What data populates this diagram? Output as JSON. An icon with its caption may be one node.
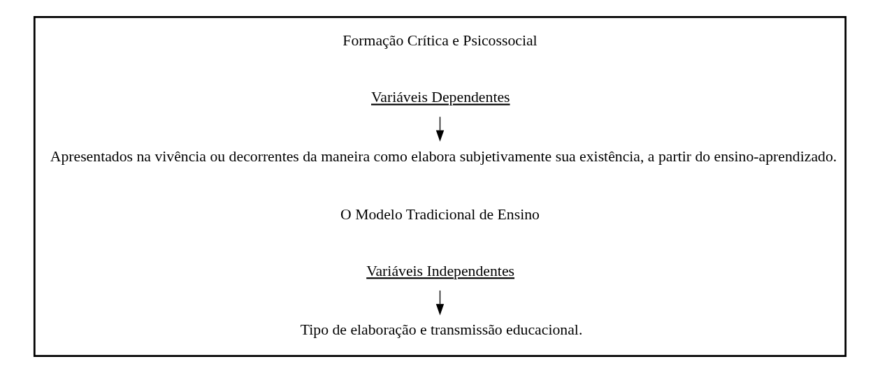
{
  "diagram": {
    "nodes": [
      {
        "text": [],
        "shape": "box"
      },
      {
        "text": [
          "Variáveis Dependentes"
        ],
        "in": 0
      },
      {
        "text": [
          "Apresentados na vivência ou decorrentes da maneira como elabora subjetivamente sua existência, a partir do ensino-aprendizado."
        ],
        "in": 0
      },
      {
        "text": [
          "Variáveis Independentes"
        ],
        "in": 0
      },
      {
        "text": [
          "Tipo de elaboração e transmissão educacional."
        ],
        "in": 0
      }
    ],
    "edges": [
      {
        "from": 1,
        "to": 2,
        "arrow": "to"
      },
      {
        "from": 3,
        "to": 4,
        "arrow": "to"
      }
    ],
    "labels": [
      "Formação Crítica e Psicossocial",
      "O Modelo Tradicional de Ensino"
    ]
  }
}
